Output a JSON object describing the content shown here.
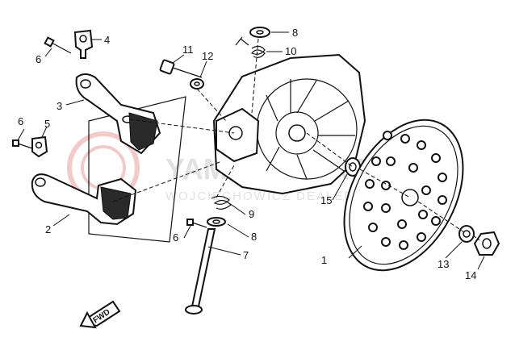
{
  "watermark": {
    "brand": "YAMAHAPARTS.PL",
    "dealer": "WOJCIECHOWICZ DEALER YAMAHA",
    "brand_color": "#e8a0a0"
  },
  "callouts": [
    {
      "id": "c1",
      "label": "1"
    },
    {
      "id": "c2",
      "label": "2"
    },
    {
      "id": "c3",
      "label": "3"
    },
    {
      "id": "c4",
      "label": "4"
    },
    {
      "id": "c5",
      "label": "5"
    },
    {
      "id": "c6a",
      "label": "6"
    },
    {
      "id": "c6b",
      "label": "6"
    },
    {
      "id": "c6c",
      "label": "6"
    },
    {
      "id": "c7",
      "label": "7"
    },
    {
      "id": "c8a",
      "label": "8"
    },
    {
      "id": "c8b",
      "label": "8"
    },
    {
      "id": "c9",
      "label": "9"
    },
    {
      "id": "c10",
      "label": "10"
    },
    {
      "id": "c11",
      "label": "11"
    },
    {
      "id": "c12",
      "label": "12"
    },
    {
      "id": "c13",
      "label": "13"
    },
    {
      "id": "c14",
      "label": "14"
    },
    {
      "id": "c15",
      "label": "15"
    }
  ],
  "direction_marker": "FWD"
}
